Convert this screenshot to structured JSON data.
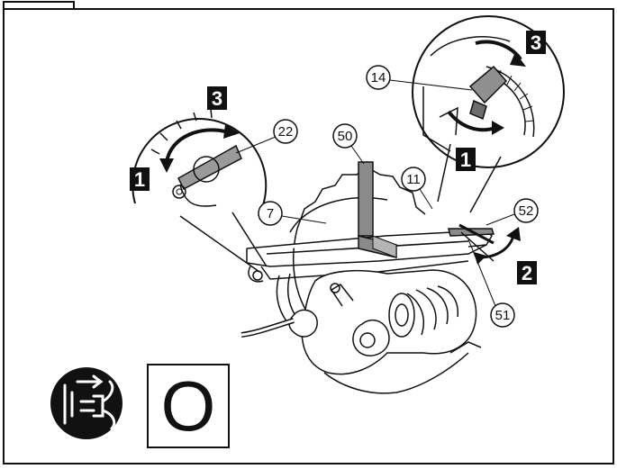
{
  "steps": {
    "left_top": "3",
    "left_bottom": "1",
    "right_top": "3",
    "right_bottom": "1",
    "middle": "2"
  },
  "callouts": {
    "c22": "22",
    "c14": "14",
    "c50": "50",
    "c11": "11",
    "c7": "7",
    "c52": "52",
    "c51": "51"
  },
  "mode_box": {
    "label": "O"
  },
  "icons": {
    "unplug": "unplug-icon"
  },
  "colors": {
    "ink": "#111111",
    "badge": "#111111",
    "ruler": "#8a8a8a",
    "background": "#ffffff"
  }
}
